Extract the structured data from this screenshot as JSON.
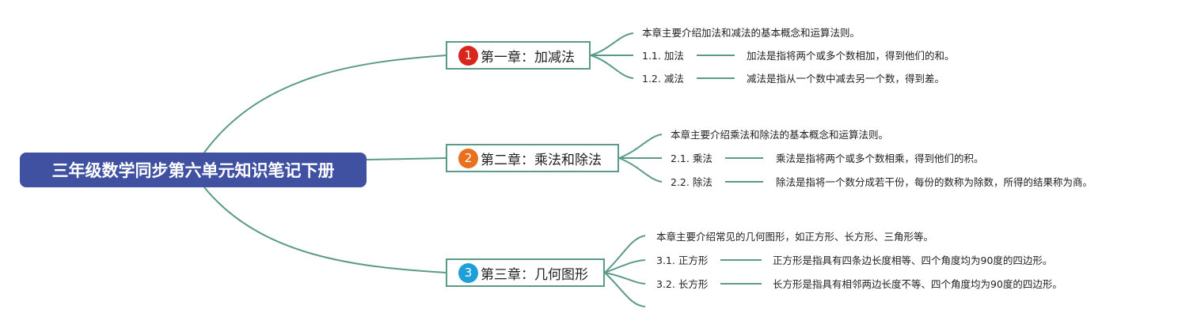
{
  "root": {
    "title": "三年级数学同步第六单元知识笔记下册"
  },
  "colors": {
    "root_bg": "#3f51a0",
    "link": "#5a9a88",
    "badge1": "#d9261c",
    "badge2": "#e8701f",
    "badge3": "#1f9fd8"
  },
  "chapters": [
    {
      "badge": "1",
      "title": "第一章：加减法",
      "intro": "本章主要介绍加法和减法的基本概念和运算法则。",
      "items": [
        {
          "label": "1.1. 加法",
          "desc": "加法是指将两个或多个数相加，得到他们的和。"
        },
        {
          "label": "1.2. 减法",
          "desc": "减法是指从一个数中减去另一个数，得到差。"
        }
      ]
    },
    {
      "badge": "2",
      "title": "第二章：乘法和除法",
      "intro": "本章主要介绍乘法和除法的基本概念和运算法则。",
      "items": [
        {
          "label": "2.1. 乘法",
          "desc": "乘法是指将两个或多个数相乘，得到他们的积。"
        },
        {
          "label": "2.2. 除法",
          "desc": "除法是指将一个数分成若干份，每份的数称为除数，所得的结果称为商。"
        }
      ]
    },
    {
      "badge": "3",
      "title": "第三章：几何图形",
      "intro": "本章主要介绍常见的几何图形，如正方形、长方形、三角形等。",
      "items": [
        {
          "label": "3.1. 正方形",
          "desc": "正方形是指具有四条边长度相等、四个角度均为90度的四边形。"
        },
        {
          "label": "3.2. 长方形",
          "desc": "长方形是指具有相邻两边长度不等、四个角度均为90度的四边形。"
        }
      ]
    }
  ]
}
